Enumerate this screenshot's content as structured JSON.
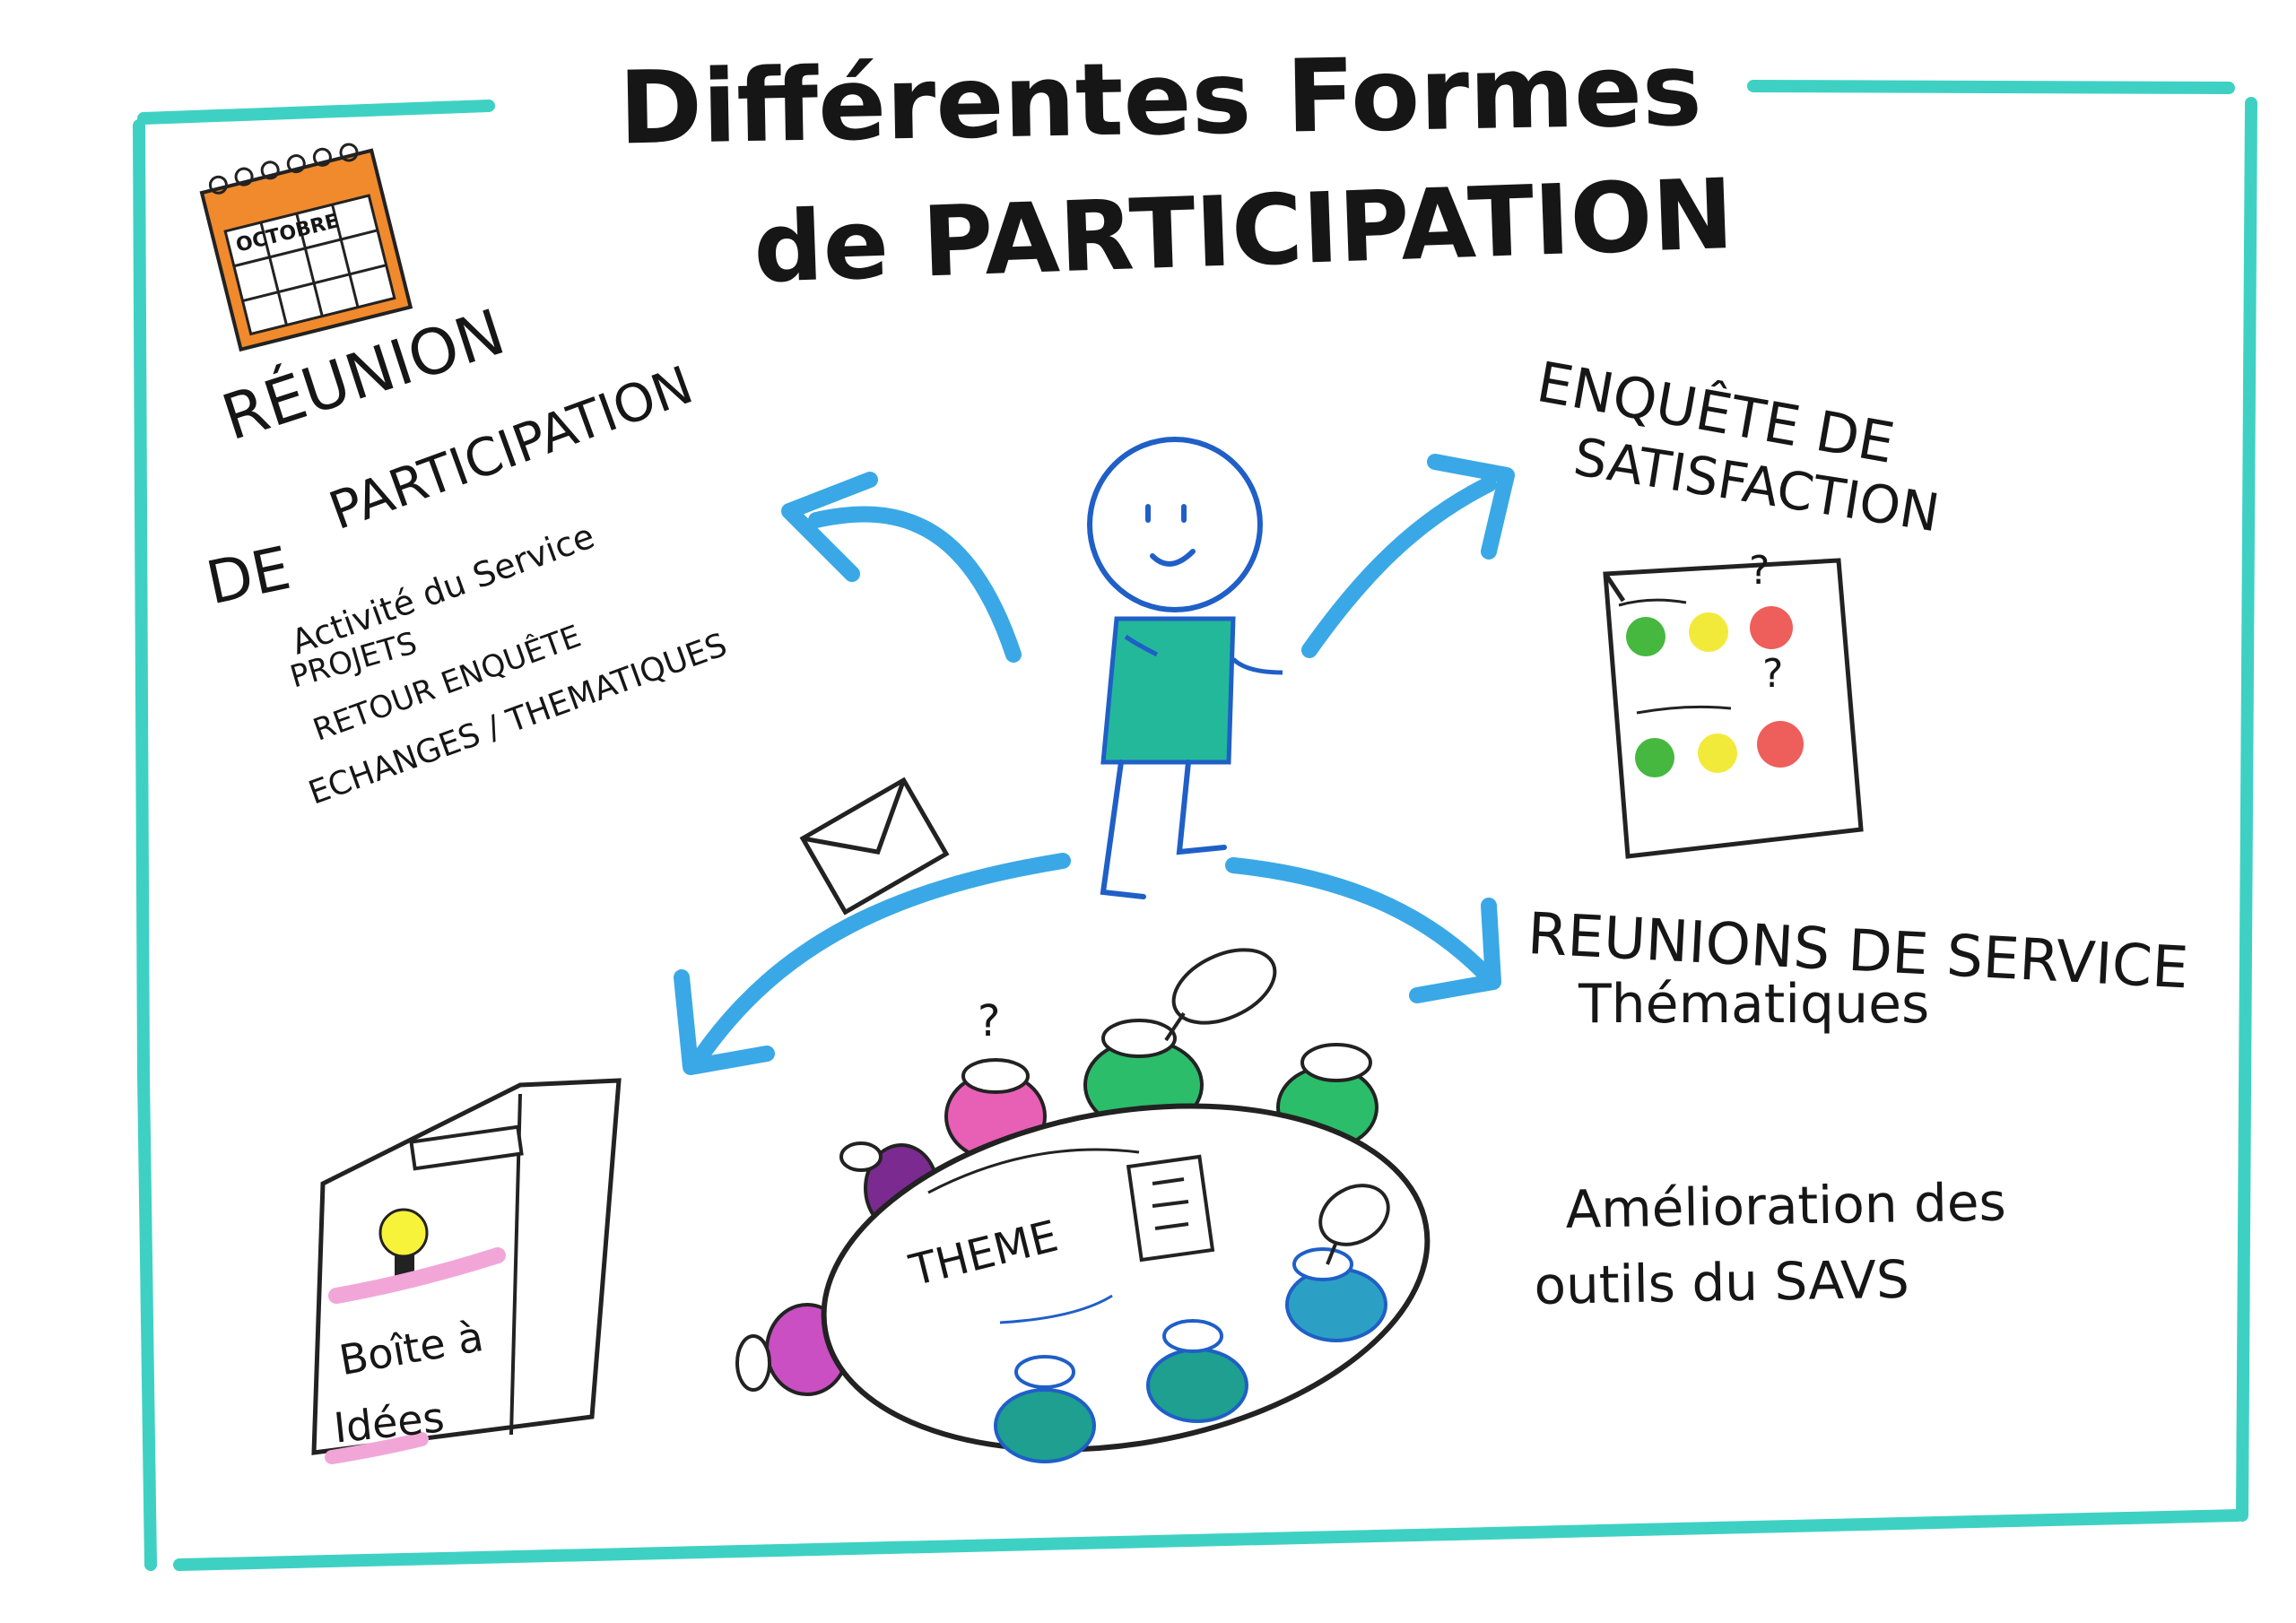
{
  "title": {
    "line1": "Différentes Formes",
    "line2": "de PARTICIPATION"
  },
  "reunion_participation": {
    "heading_line1": "RÉUNION",
    "heading_line2": "PARTICIPATION",
    "heading_line3": "DE",
    "items": [
      "Activité du Service",
      "PROJETS",
      "RETOUR ENQUÊTE",
      "ECHANGES / THEMATIQUES"
    ],
    "calendar_month": "OCTOBRE"
  },
  "enquete": {
    "line1": "ENQUÊTE DE",
    "line2": "SATISFACTION",
    "question_mark": "?"
  },
  "reunions_service": {
    "line1": "REUNIONS DE SERVICE",
    "line2": "Thématiques"
  },
  "amelioration": {
    "line1": "Amélioration des",
    "line2": "outils du SAVS"
  },
  "idea_box": {
    "line1": "Boîte à",
    "line2": "Idées"
  },
  "table": {
    "theme_label": "THEME",
    "question_mark": "?"
  },
  "colors": {
    "frame": "#3ed1c3",
    "arrow": "#3aa8e6",
    "figure_shirt": "#23b89a",
    "outline": "#1f5fc7",
    "orange": "#f08a2c",
    "green_face": "#46b83f",
    "yellow_face": "#f2ea3a",
    "red_face": "#ee5e5a",
    "pink": "#e85fb6",
    "purple": "#7b2a8f",
    "teal_person": "#1f9f8f",
    "highlight_pink": "#f2a6d8",
    "bulb_yellow": "#f7f23a"
  }
}
